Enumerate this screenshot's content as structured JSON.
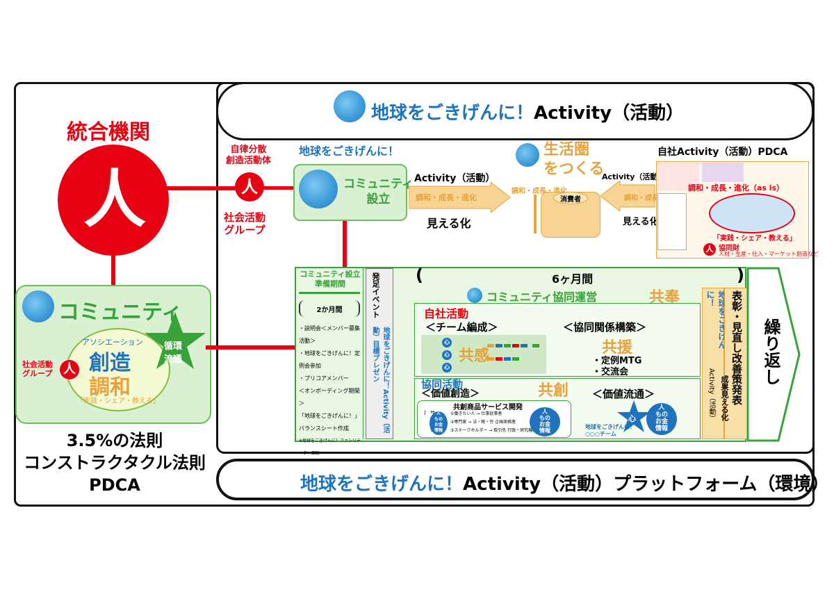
{
  "colors": {
    "red": "#e60012",
    "green": "#38a23a",
    "orange": "#e6a23c",
    "blue": "#1e73be",
    "ink": "#111111"
  },
  "left": {
    "title": "統合機関",
    "hito": "人",
    "community_label": "コミュニティ",
    "social_group": "社会活動\nグループ",
    "assoc": "アソシエーション",
    "souzou": "創造",
    "chowa": "調和",
    "jissen": "「実践・シェア・教える」",
    "star_line1": "循環",
    "star_line2": "流通",
    "rules": [
      "3.5%の法則",
      "コンストラクタクル法則",
      "PDCA"
    ]
  },
  "header": {
    "title_colored": "地球をごきげんに！",
    "title_rest": "Activity（活動）"
  },
  "footer": {
    "title_colored": "地球をごきげんに！",
    "title_rest": "Activity（活動）プラットフォーム（環境）"
  },
  "mid": {
    "autonomous": "自律分散\n創造活動体",
    "hito": "人",
    "social_group": "社会活動\nグループ",
    "chikyu": "地球をごきげんに！",
    "community_setup": "コミュニティ\n設立",
    "activity": "Activity（活動）",
    "chowa": "調和・成長・進化",
    "mieru": "見える化",
    "seikatsu": "生活圏\nをつくる",
    "activity2": "Activity（活動）",
    "chowa2": "調和・成長・進化",
    "shohisha": "消費者",
    "mieru2": "見える化",
    "pdca_title": "自社Activity（活動）PDCA",
    "pdca_chowa": "調和・成長・進化（as is）",
    "pdca_jissen": "「実践・シェア・教える」",
    "pdca_kyodo": "協同財",
    "pdca_note": "人材・生産・仕入・マーケット創造など"
  },
  "prep": {
    "title": "コミュニティ設立\n準備期間",
    "months": "2か月間",
    "items": [
      "・説明会＜メンバー募集活動＞",
      "・地球をごきげんに！定例会参加",
      "・プリコアメンバー",
      "＜オンボーディング期間＞",
      "「地球をごきげんに！」",
      "バランスシート作成",
      "※地球をごきげんに！ファシリテーター面談"
    ],
    "event": "発足イベント",
    "presen": "地球をごきげんに！Activity（活動）目標プレゼン"
  },
  "six": {
    "period": "6ヶ月間",
    "kyodo_unei": "コミュニティ協同運営",
    "kyoho": "共奉",
    "jisha": "自社活動",
    "team": "＜チーム編成＞",
    "kyokan": "共感",
    "kankei": "＜協同関係構築＞",
    "kyoen": "共援",
    "teirei": "・定例MTG",
    "koryu": "・交流会",
    "kyodo_katsudo": "協同活動",
    "kachi_souzou": "＜価値創造＞",
    "kyoso": "共創",
    "kachi_ryutsu": "＜価値流通＞",
    "kaihatsu": "共創商品サービス開発",
    "supporter": "サポーター",
    "lines": [
      "①働きたい人 → 仕事従事者",
      "②専門家 → 法・税・労 企画実務者",
      "③ステークホルダー → 取引先 行政・研究機関"
    ],
    "kokoro": "心",
    "circle": "人\nもの\nお金\n情報",
    "team_label": "地球をごきげんに！\n○○○チーム"
  },
  "right": {
    "vert_colored": "地球をごきげんに！",
    "vert_rest": "Activity（活動）",
    "hyosho": "表彰・見直し改善策発表",
    "seika": "成果見える化",
    "kurikaeshi": "繰り返し"
  }
}
